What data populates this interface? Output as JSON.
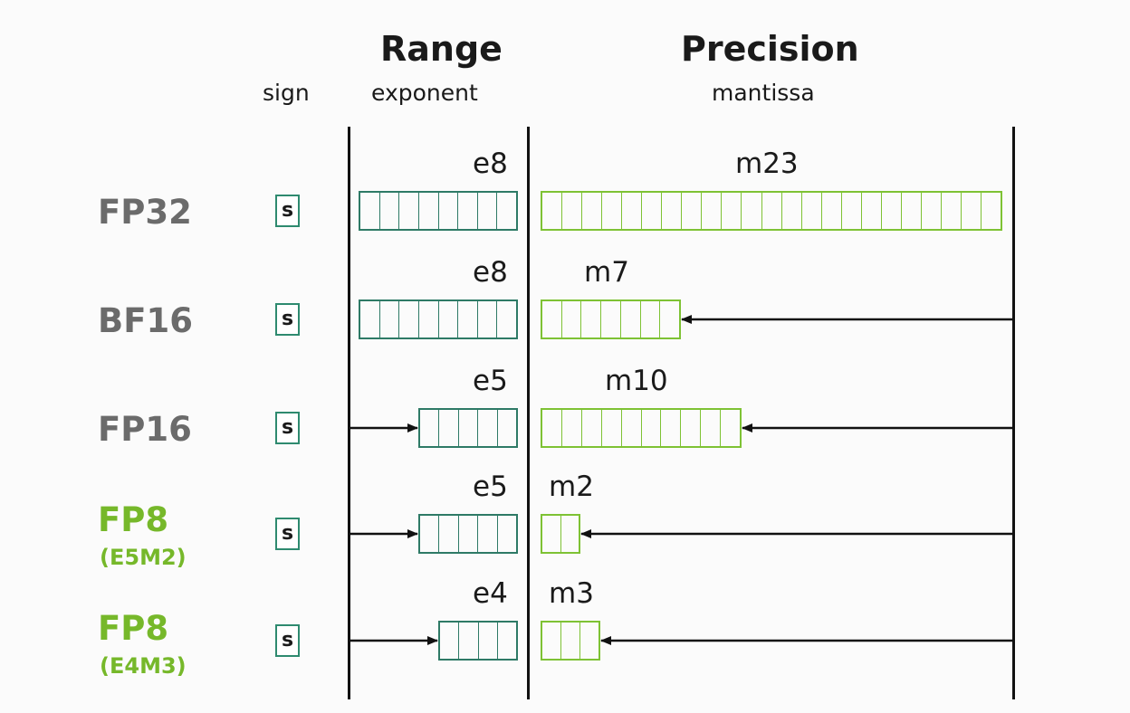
{
  "headers": {
    "sign": "sign",
    "range": "Range",
    "exponent": "exponent",
    "precision": "Precision",
    "mantissa": "mantissa"
  },
  "colors": {
    "gray_label": "#6b6b6b",
    "green_label": "#76b82a",
    "exponent_box": "#2e7a66",
    "mantissa_box": "#7ec234"
  },
  "formats": [
    {
      "name": "FP32",
      "sub": "",
      "color": "gray",
      "sign": "s",
      "exp_label": "e8",
      "exp_bits": 8,
      "man_label": "m23",
      "man_bits": 23,
      "exp_arrow": false,
      "man_arrow": false
    },
    {
      "name": "BF16",
      "sub": "",
      "color": "gray",
      "sign": "s",
      "exp_label": "e8",
      "exp_bits": 8,
      "man_label": "m7",
      "man_bits": 7,
      "exp_arrow": false,
      "man_arrow": true
    },
    {
      "name": "FP16",
      "sub": "",
      "color": "gray",
      "sign": "s",
      "exp_label": "e5",
      "exp_bits": 5,
      "man_label": "m10",
      "man_bits": 10,
      "exp_arrow": true,
      "man_arrow": true
    },
    {
      "name": "FP8",
      "sub": "(E5M2)",
      "color": "green",
      "sign": "s",
      "exp_label": "e5",
      "exp_bits": 5,
      "man_label": "m2",
      "man_bits": 2,
      "exp_arrow": true,
      "man_arrow": true
    },
    {
      "name": "FP8",
      "sub": "(E4M3)",
      "color": "green",
      "sign": "s",
      "exp_label": "e4",
      "exp_bits": 4,
      "man_label": "m3",
      "man_bits": 3,
      "exp_arrow": true,
      "man_arrow": true
    }
  ]
}
